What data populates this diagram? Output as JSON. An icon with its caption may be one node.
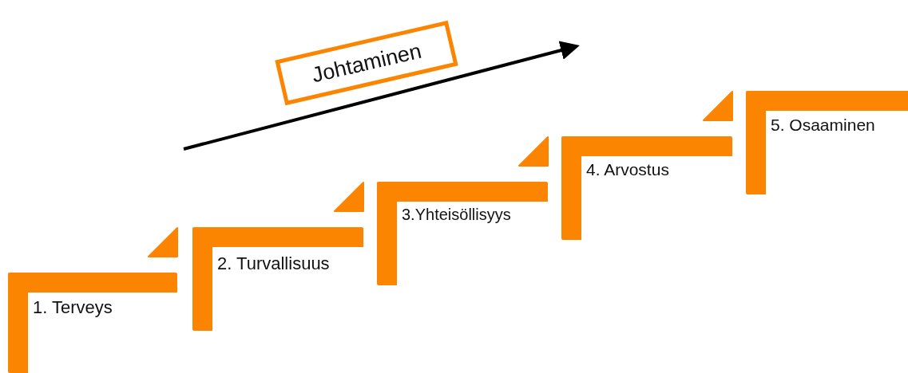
{
  "diagram": {
    "nodes": [
      {
        "text": [
          "Johtaminen"
        ]
      },
      {
        "text": [
          "1. Terveys"
        ]
      },
      {
        "text": [
          "2. Turvallisuus"
        ]
      },
      {
        "text": [
          "3.Yhteisöllisyys"
        ]
      },
      {
        "text": [
          "4. Arvostus"
        ]
      },
      {
        "text": [
          "5. Osaaminen"
        ]
      }
    ]
  }
}
